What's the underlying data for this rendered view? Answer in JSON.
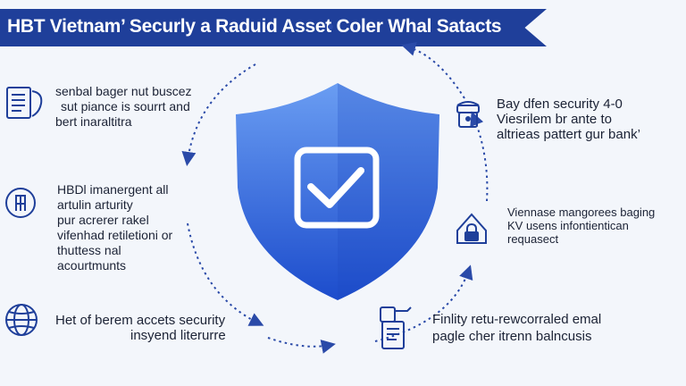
{
  "title": "HBT Vietnam’ Securly a Raduid Asset Coler Whal Satacts",
  "left_items": [
    {
      "icon": "document-icon",
      "lines": [
        "senbal bager nut buscez",
        "sut piance is sourrt and",
        "bert inaraltitra"
      ]
    },
    {
      "icon": "pen-nib-icon",
      "lines": [
        "HBDl imanergent all",
        "artulin arturity",
        "pur acrerer rakel",
        "vifenhad retiletioni or",
        "thuttess nal",
        "acourtmunts"
      ]
    },
    {
      "icon": "globe-icon",
      "lines": [
        "Het of berem accets security",
        "insyend literurre"
      ]
    }
  ],
  "right_items": [
    {
      "icon": "bank-lock-icon",
      "lines": [
        "Bay dfen security 4-0",
        "Viesrilem br ante to",
        "altrieas pattert gur bank’"
      ]
    },
    {
      "icon": "padlock-icon",
      "lines": [
        "Viennase mangorees baging",
        "KV usens infontientican",
        "requasect"
      ]
    },
    {
      "icon": "mobile-document-icon",
      "lines": [
        "Finlity retu-rewcorraled emal",
        "pagle cher itrenn balncusis"
      ]
    }
  ],
  "colors": {
    "banner": "#1f3f9a",
    "accent": "#2a5bd7",
    "shield_light": "#5b90f0",
    "shield_dark": "#1e4fd0"
  }
}
